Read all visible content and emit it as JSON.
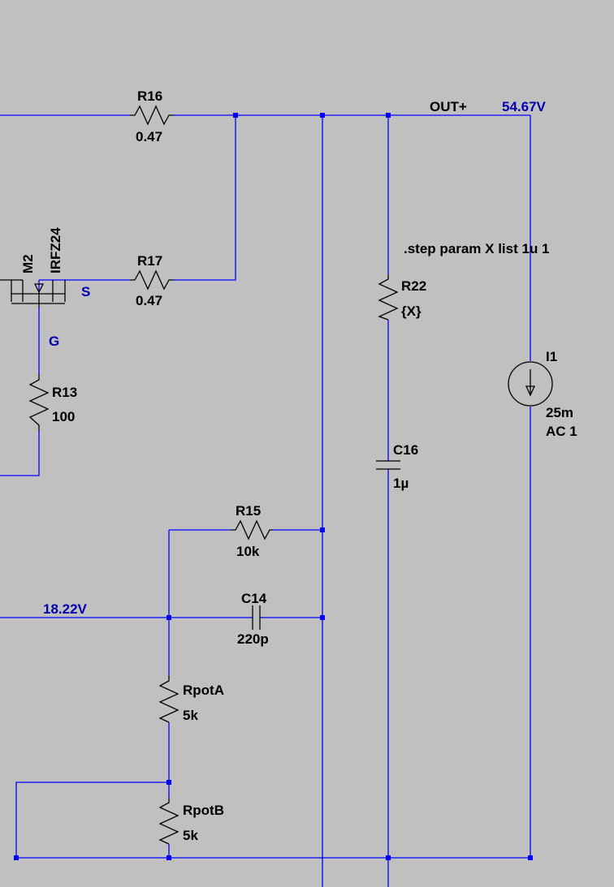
{
  "colors": {
    "background": "#c0c0c0",
    "wire": "#0000ff",
    "symbol": "#000000",
    "net_label": "#0000b0"
  },
  "directive": ".step param X list 1u 1",
  "nets": {
    "out_label": "OUT+",
    "out_voltage": "54.67V",
    "mid_voltage": "18.22V"
  },
  "mosfet": {
    "ref": "M2",
    "model": "IRFZ24",
    "pin_s": "S",
    "pin_g": "G"
  },
  "components": {
    "r16": {
      "ref": "R16",
      "value": "0.47"
    },
    "r17": {
      "ref": "R17",
      "value": "0.47"
    },
    "r13": {
      "ref": "R13",
      "value": "100"
    },
    "r22": {
      "ref": "R22",
      "value": "{X}"
    },
    "c16": {
      "ref": "C16",
      "value": "1µ"
    },
    "i1": {
      "ref": "I1",
      "value": "25m",
      "ac": "AC 1"
    },
    "r15": {
      "ref": "R15",
      "value": "10k"
    },
    "c14": {
      "ref": "C14",
      "value": "220p"
    },
    "rpota": {
      "ref": "RpotA",
      "value": "5k"
    },
    "rpotb": {
      "ref": "RpotB",
      "value": "5k"
    }
  }
}
